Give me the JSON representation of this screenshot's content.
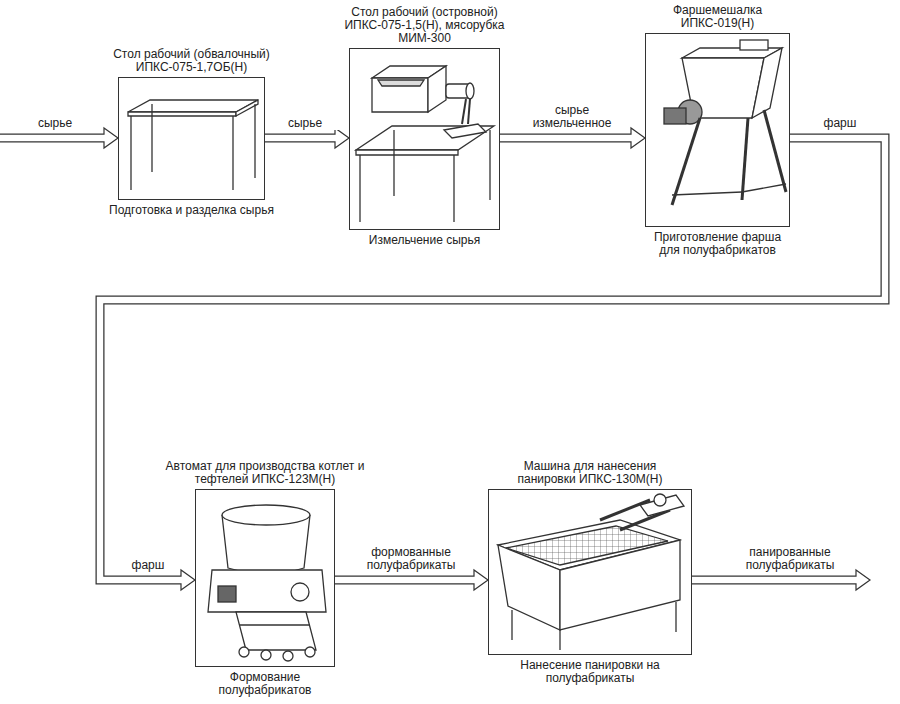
{
  "diagram": {
    "nodes": [
      {
        "text": [
          "Стол рабочий (обвалочный) ИПКС-075-1,7ОБ(Н)",
          "Подготовка и разделка сырья"
        ]
      },
      {
        "text": [
          "Стол рабочий (островной) ИПКС-075-1,5(Н), мясорубка МИМ-300",
          "Измельчение сырья"
        ]
      },
      {
        "text": [
          "Фаршемешалка ИПКС-019(Н)",
          "Приготовление фарша для полуфабрикатов"
        ]
      },
      {
        "text": [
          "Автомат для производства котлет и тефтелей ИПКС-123М(Н)",
          "Формование полуфабрикатов"
        ]
      },
      {
        "text": [
          "Машина для нанесения панировки ИПКС-130М(Н)",
          "Нанесение панировки на полуфабрикаты"
        ]
      }
    ],
    "edges": [
      {
        "from": 0,
        "to": 1,
        "label": "сырье",
        "arrow": "to"
      },
      {
        "from": 1,
        "to": 2,
        "label": "сырье измельченное",
        "arrow": "to"
      },
      {
        "from": 2,
        "to": 3,
        "label": "фарш",
        "arrow": "to"
      },
      {
        "from": 3,
        "to": 4,
        "label": "формованные полуфабрикаты",
        "arrow": "to"
      }
    ],
    "labels": [
      "сырье",
      "фарш",
      "панированные полуфабрикаты"
    ]
  }
}
